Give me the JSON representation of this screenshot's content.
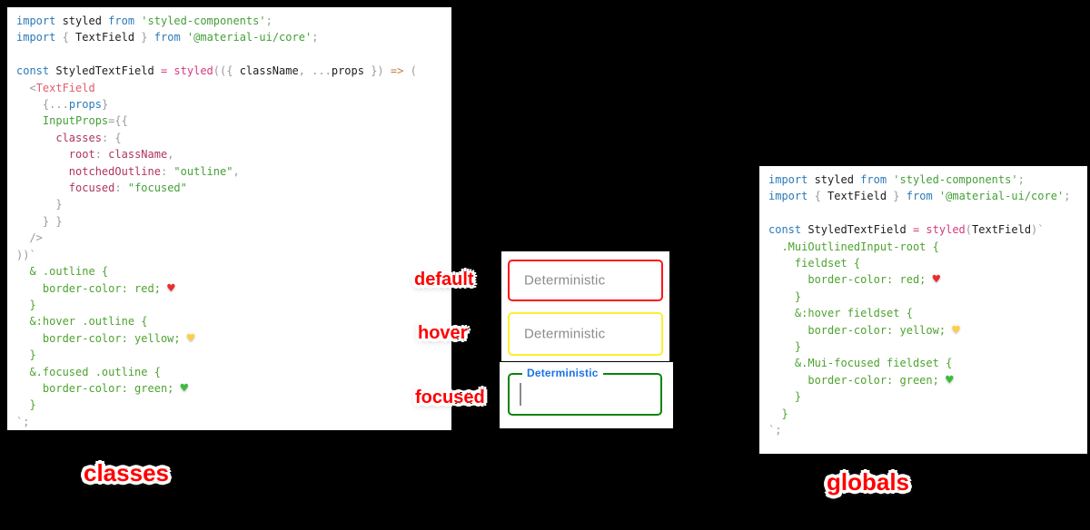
{
  "page": {
    "background": "#000000"
  },
  "annotations": {
    "default": "default",
    "hover": "hover",
    "focused": "focused",
    "classes": "classes",
    "globals": "globals",
    "color": "#ff0000"
  },
  "textfields": {
    "default": {
      "placeholder": "Deterministic",
      "border": "#ff1414"
    },
    "hover": {
      "placeholder": "Deterministic",
      "border": "#fdee2f"
    },
    "focused": {
      "label": "Deterministic",
      "border": "#0a840a",
      "label_color": "#1a73e8"
    }
  },
  "code_theme": {
    "keyword": "#2b7ab8",
    "plain": "#1d1d1d",
    "string": "#44a038",
    "pink": "#d6397d",
    "tag": "#e25d68",
    "object_key": "#b03462",
    "attr": "#44a038",
    "punct": "#9a9aa0",
    "arrow": "#bd7d33",
    "css": "#4da32f",
    "heart_red": "#ec2b2b",
    "heart_yellow": "#ffcf40",
    "heart_green": "#3dbb3d"
  },
  "code_blocks": {
    "classes": {
      "lines": [
        [
          [
            "kw",
            "import"
          ],
          [
            "pl",
            " styled "
          ],
          [
            "kw",
            "from"
          ],
          [
            "pl",
            " "
          ],
          [
            "st",
            "'styled-components'"
          ],
          [
            "pu",
            ";"
          ]
        ],
        [
          [
            "kw",
            "import"
          ],
          [
            "pu",
            " { "
          ],
          [
            "pl",
            "TextField"
          ],
          [
            "pu",
            " } "
          ],
          [
            "kw",
            "from"
          ],
          [
            "pl",
            " "
          ],
          [
            "st",
            "'@material-ui/core'"
          ],
          [
            "pu",
            ";"
          ]
        ],
        [],
        [
          [
            "kw",
            "const"
          ],
          [
            "pl",
            " StyledTextField "
          ],
          [
            "pk",
            "="
          ],
          [
            "pl",
            " "
          ],
          [
            "pk",
            "styled"
          ],
          [
            "pu",
            "(({ "
          ],
          [
            "pl",
            "className"
          ],
          [
            "pu",
            ", "
          ],
          [
            "pu",
            "..."
          ],
          [
            "pl",
            "props"
          ],
          [
            "pu",
            " }) "
          ],
          [
            "ar",
            "=>"
          ],
          [
            "pu",
            " ("
          ]
        ],
        [
          [
            "pl",
            "  "
          ],
          [
            "pu",
            "<"
          ],
          [
            "tg",
            "TextField"
          ]
        ],
        [
          [
            "pl",
            "    "
          ],
          [
            "pu",
            "{"
          ],
          [
            "pu",
            "..."
          ],
          [
            "kw",
            "props"
          ],
          [
            "pu",
            "}"
          ]
        ],
        [
          [
            "pl",
            "    "
          ],
          [
            "at",
            "InputProps"
          ],
          [
            "pu",
            "={{"
          ]
        ],
        [
          [
            "pl",
            "      "
          ],
          [
            "ok",
            "classes"
          ],
          [
            "pu",
            ":"
          ],
          [
            "pl",
            " "
          ],
          [
            "pu",
            "{"
          ]
        ],
        [
          [
            "pl",
            "        "
          ],
          [
            "ok",
            "root"
          ],
          [
            "pu",
            ":"
          ],
          [
            "pl",
            " "
          ],
          [
            "ok",
            "className"
          ],
          [
            "pu",
            ","
          ]
        ],
        [
          [
            "pl",
            "        "
          ],
          [
            "ok",
            "notchedOutline"
          ],
          [
            "pu",
            ":"
          ],
          [
            "pl",
            " "
          ],
          [
            "st",
            "\"outline\""
          ],
          [
            "pu",
            ","
          ]
        ],
        [
          [
            "pl",
            "        "
          ],
          [
            "ok",
            "focused"
          ],
          [
            "pu",
            ":"
          ],
          [
            "pl",
            " "
          ],
          [
            "st",
            "\"focused\""
          ]
        ],
        [
          [
            "pu",
            "      }"
          ]
        ],
        [
          [
            "pu",
            "    } }"
          ]
        ],
        [
          [
            "pu",
            "  />"
          ]
        ],
        [
          [
            "pu",
            "))`"
          ]
        ],
        [
          [
            "cs",
            "  & .outline {"
          ]
        ],
        [
          [
            "cs",
            "    border-color: red; "
          ],
          [
            "hr",
            "♥"
          ]
        ],
        [
          [
            "cs",
            "  }"
          ]
        ],
        [
          [
            "cs",
            "  &:hover .outline {"
          ]
        ],
        [
          [
            "cs",
            "    border-color: yellow; "
          ],
          [
            "hy",
            "♥"
          ]
        ],
        [
          [
            "cs",
            "  }"
          ]
        ],
        [
          [
            "cs",
            "  &.focused .outline {"
          ]
        ],
        [
          [
            "cs",
            "    border-color: green; "
          ],
          [
            "hg",
            "♥"
          ]
        ],
        [
          [
            "cs",
            "  }"
          ]
        ],
        [
          [
            "pu",
            "`;"
          ]
        ]
      ]
    },
    "globals": {
      "lines": [
        [
          [
            "kw",
            "import"
          ],
          [
            "pl",
            " styled "
          ],
          [
            "kw",
            "from"
          ],
          [
            "pl",
            " "
          ],
          [
            "st",
            "'styled-components'"
          ],
          [
            "pu",
            ";"
          ]
        ],
        [
          [
            "kw",
            "import"
          ],
          [
            "pu",
            " { "
          ],
          [
            "pl",
            "TextField"
          ],
          [
            "pu",
            " } "
          ],
          [
            "kw",
            "from"
          ],
          [
            "pl",
            " "
          ],
          [
            "st",
            "'@material-ui/core'"
          ],
          [
            "pu",
            ";"
          ]
        ],
        [],
        [
          [
            "kw",
            "const"
          ],
          [
            "pl",
            " StyledTextField "
          ],
          [
            "pk",
            "="
          ],
          [
            "pl",
            " "
          ],
          [
            "pk",
            "styled"
          ],
          [
            "pu",
            "("
          ],
          [
            "pl",
            "TextField"
          ],
          [
            "pu",
            ")`"
          ]
        ],
        [
          [
            "cs",
            "  .MuiOutlinedInput-root {"
          ]
        ],
        [
          [
            "cs",
            "    fieldset {"
          ]
        ],
        [
          [
            "cs",
            "      border-color: red; "
          ],
          [
            "hr",
            "♥"
          ]
        ],
        [
          [
            "cs",
            "    }"
          ]
        ],
        [
          [
            "cs",
            "    &:hover fieldset {"
          ]
        ],
        [
          [
            "cs",
            "      border-color: yellow; "
          ],
          [
            "hy",
            "♥"
          ]
        ],
        [
          [
            "cs",
            "    }"
          ]
        ],
        [
          [
            "cs",
            "    &.Mui-focused fieldset {"
          ]
        ],
        [
          [
            "cs",
            "      border-color: green; "
          ],
          [
            "hg",
            "♥"
          ]
        ],
        [
          [
            "cs",
            "    }"
          ]
        ],
        [
          [
            "cs",
            "  }"
          ]
        ],
        [
          [
            "pu",
            "`;"
          ]
        ]
      ]
    }
  }
}
